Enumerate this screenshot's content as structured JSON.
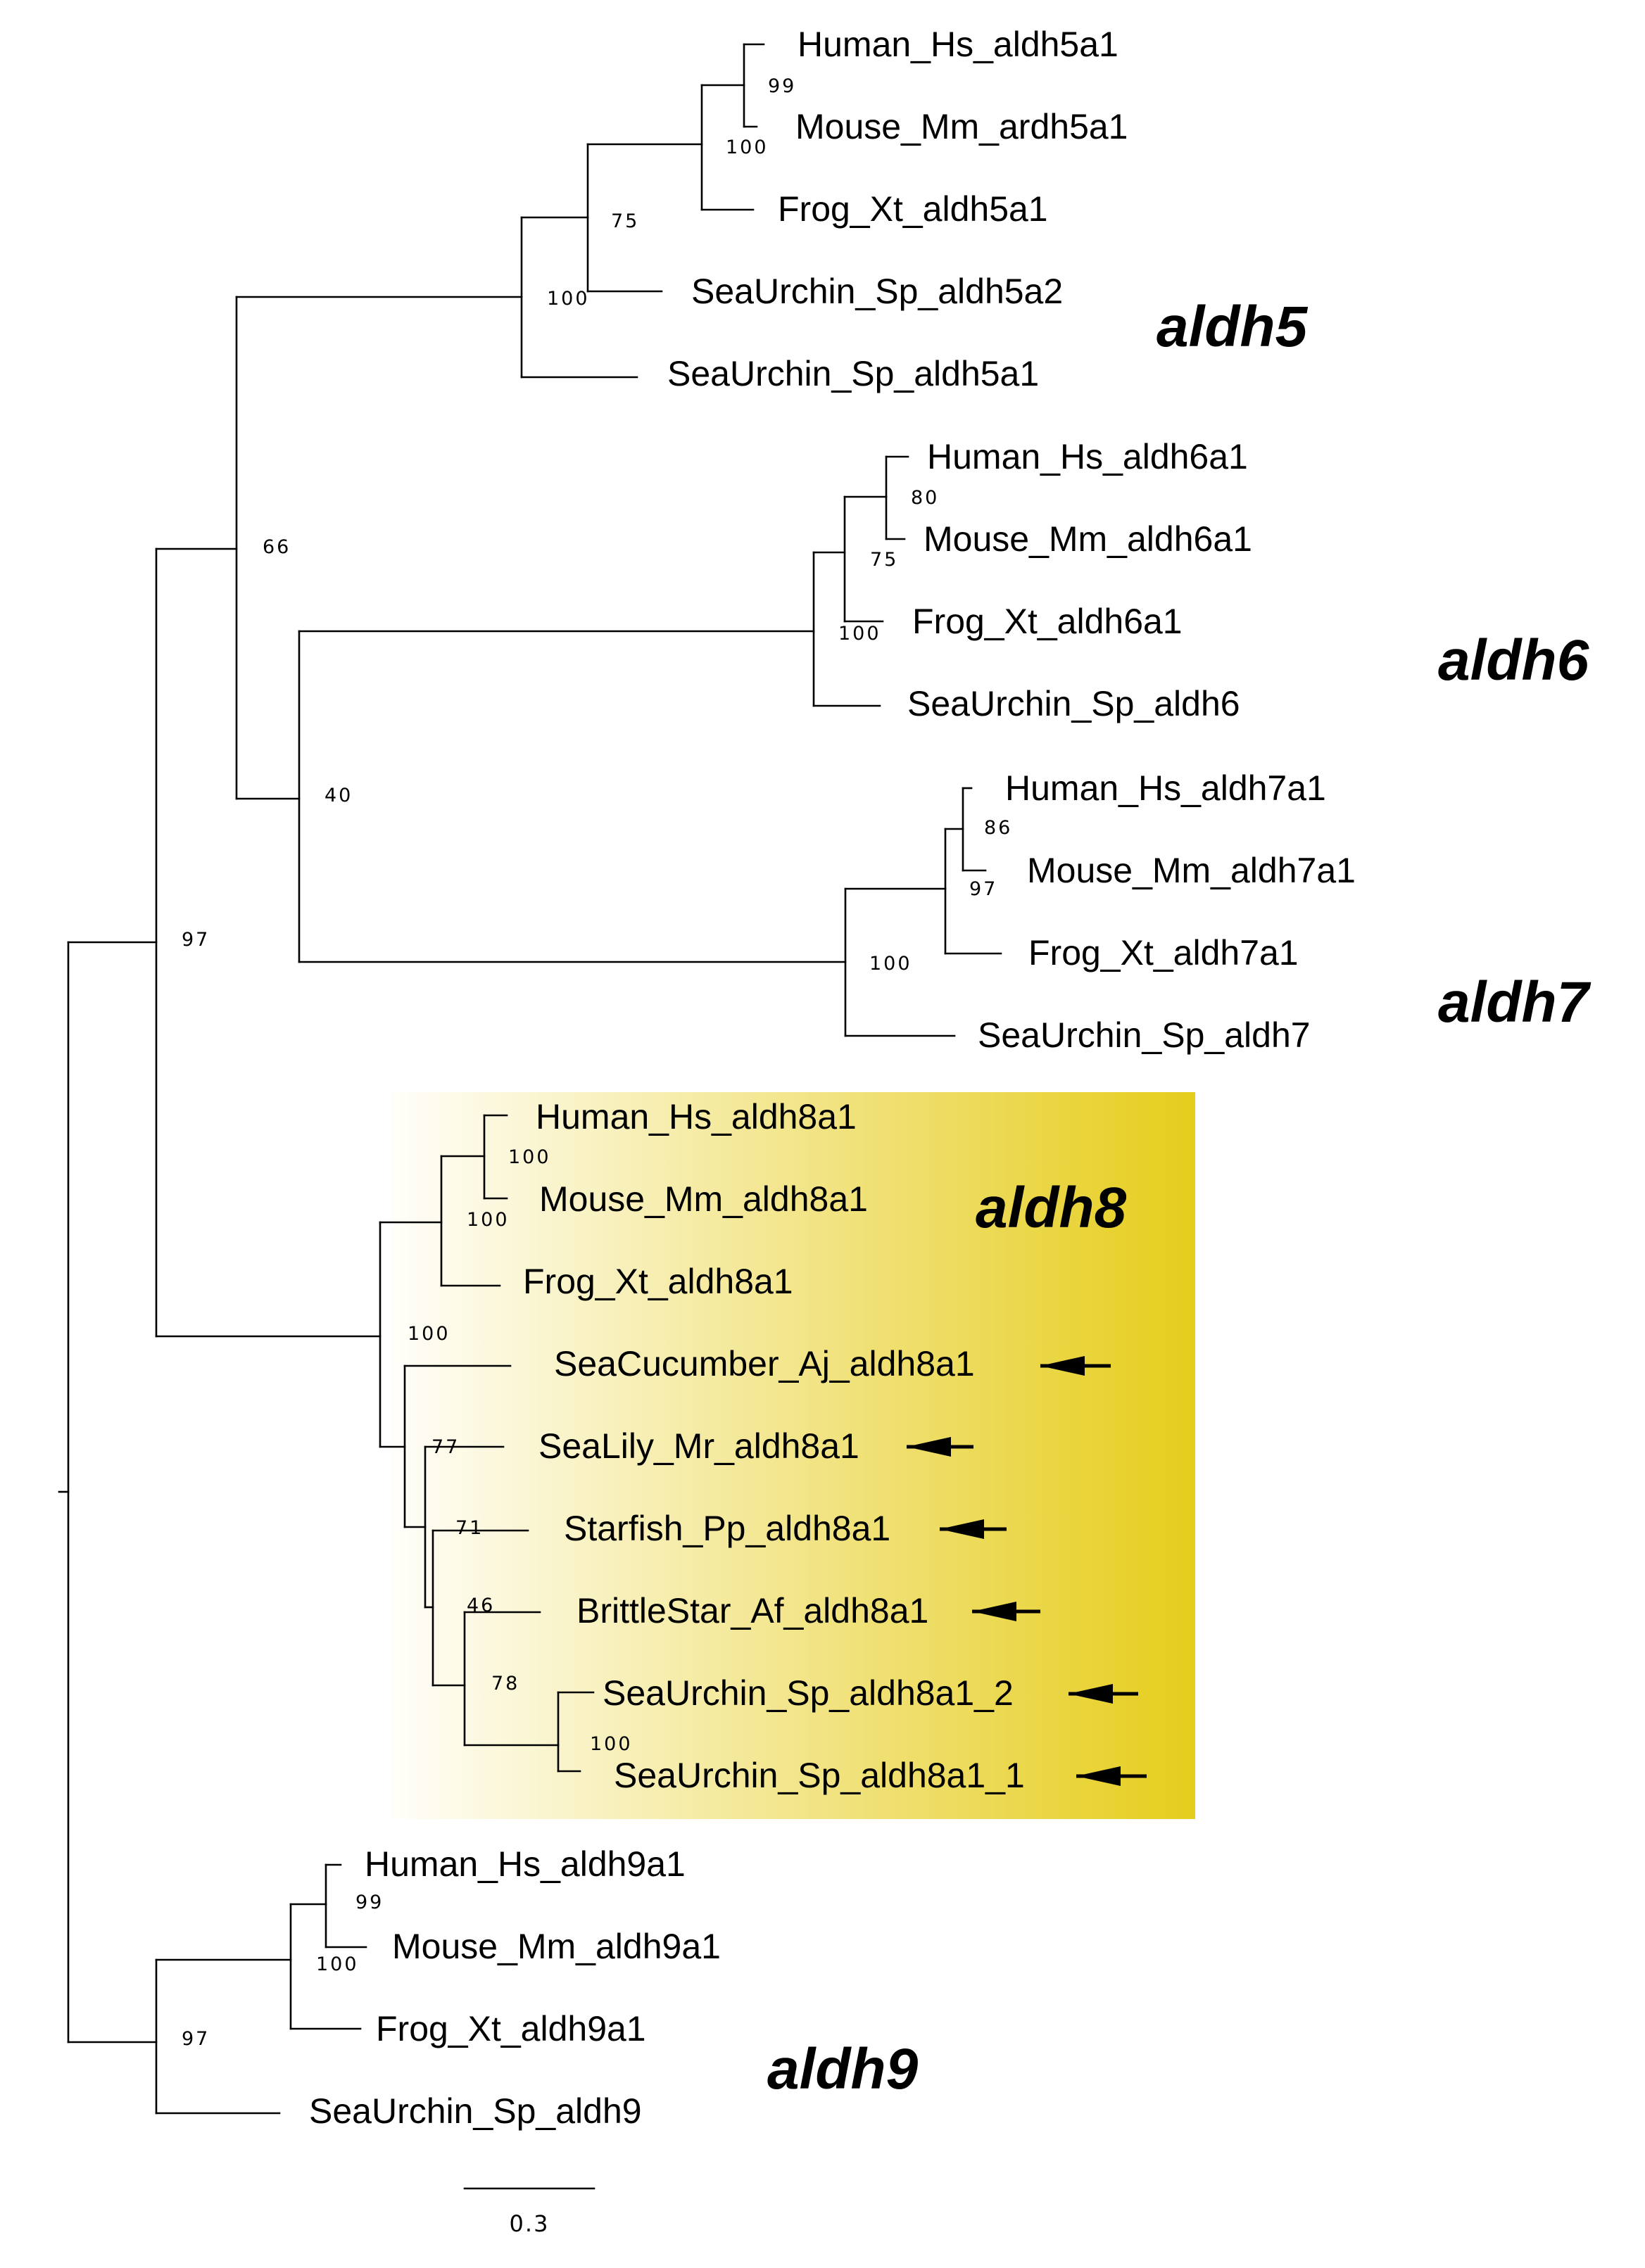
{
  "diagram": {
    "type": "phylogenetic-tree",
    "highlight_colors": {
      "start": "#fffefa",
      "end": "#e6cd1c"
    },
    "clade_labels": {
      "aldh5": "aldh5",
      "aldh6": "aldh6",
      "aldh7": "aldh7",
      "aldh8": "aldh8",
      "aldh9": "aldh9"
    },
    "leaves": {
      "human_aldh5a1": "Human_Hs_aldh5a1",
      "mouse_ardh5a1": "Mouse_Mm_ardh5a1",
      "frog_aldh5a1": "Frog_Xt_aldh5a1",
      "seaurchin_aldh5a2": "SeaUrchin_Sp_aldh5a2",
      "seaurchin_aldh5a1": "SeaUrchin_Sp_aldh5a1",
      "human_aldh6a1": "Human_Hs_aldh6a1",
      "mouse_aldh6a1": "Mouse_Mm_aldh6a1",
      "frog_aldh6a1": "Frog_Xt_aldh6a1",
      "seaurchin_aldh6": "SeaUrchin_Sp_aldh6",
      "human_aldh7a1": "Human_Hs_aldh7a1",
      "mouse_aldh7a1": "Mouse_Mm_aldh7a1",
      "frog_aldh7a1": "Frog_Xt_aldh7a1",
      "seaurchin_aldh7": "SeaUrchin_Sp_aldh7",
      "human_aldh8a1": "Human_Hs_aldh8a1",
      "mouse_aldh8a1": "Mouse_Mm_aldh8a1",
      "frog_aldh8a1": "Frog_Xt_aldh8a1",
      "seacucumber_aldh8a1": "SeaCucumber_Aj_aldh8a1",
      "sealily_aldh8a1": "SeaLily_Mr_aldh8a1",
      "starfish_aldh8a1": "Starfish_Pp_aldh8a1",
      "brittlestar_aldh8a1": "BrittleStar_Af_aldh8a1",
      "seaurchin_aldh8a1_2": "SeaUrchin_Sp_aldh8a1_2",
      "seaurchin_aldh8a1_1": "SeaUrchin_Sp_aldh8a1_1",
      "human_aldh9a1": "Human_Hs_aldh9a1",
      "mouse_aldh9a1": "Mouse_Mm_aldh9a1",
      "frog_aldh9a1": "Frog_Xt_aldh9a1",
      "seaurchin_aldh9": "SeaUrchin_Sp_aldh9"
    },
    "support_values": {
      "hs_mm_aldh5": "99",
      "hs_mm_xt_aldh5": "100",
      "aldh5a2_group": "75",
      "aldh5_clade": "100",
      "aldh5_678": "66",
      "hs_mm_aldh6": "80",
      "hs_mm_xt_aldh6": "75",
      "aldh6_clade": "100",
      "aldh6_7": "40",
      "hs_mm_aldh7": "86",
      "hs_mm_xt_aldh7": "97",
      "aldh7_clade": "100",
      "aldh5_8": "97",
      "hs_mm_aldh8": "100",
      "hs_mm_xt_aldh8": "100",
      "aldh8_clade": "100",
      "echinoderm_aldh8": "77",
      "sealily_rest": "71",
      "starfish_rest": "46",
      "brittlestar_urchin": "78",
      "urchin_aldh8_pair": "100",
      "hs_mm_aldh9": "99",
      "hs_mm_xt_aldh9": "100",
      "aldh9_clade": "97"
    },
    "scale_bar": {
      "label": "0.3",
      "value": 0.3
    }
  }
}
